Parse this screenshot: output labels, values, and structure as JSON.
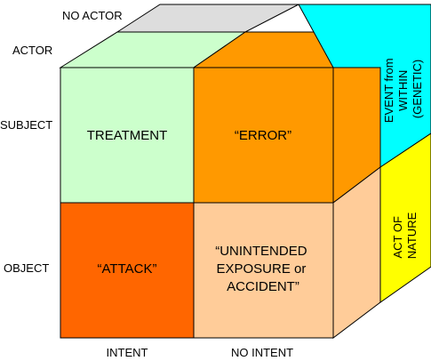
{
  "labels": {
    "no_actor": "NO ACTOR",
    "actor": "ACTOR",
    "subject": "SUBJECT",
    "object": "OBJECT",
    "intent": "INTENT",
    "no_intent": "NO INTENT"
  },
  "cells": {
    "treatment": "TREATMENT",
    "error": "“ERROR”",
    "attack": "“ATTACK”",
    "unintended": [
      "“UNINTENDED",
      "EXPOSURE or",
      "ACCIDENT”"
    ]
  },
  "side_faces": {
    "event": [
      "EVENT from",
      "WITHIN",
      "(GENETIC)"
    ],
    "nature": [
      "ACT OF",
      "NATURE"
    ]
  },
  "colors": {
    "treatment": "#CCFFCC",
    "error": "#FF9900",
    "attack": "#FF6600",
    "unintended": "#FFCC99",
    "top_left": "#CCFFCC",
    "top_right": "#FF9900",
    "top_back": "#DDDDDD",
    "event_face": "#00FFFF",
    "nature_face": "#FFFF00",
    "lower_side": "#FFCC99"
  }
}
